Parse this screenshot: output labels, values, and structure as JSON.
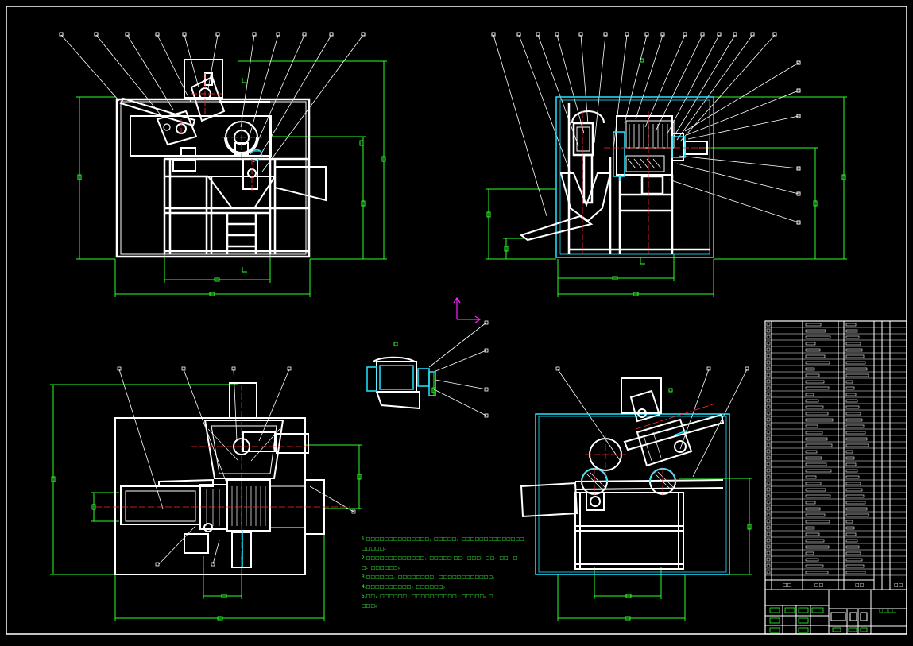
{
  "drawing": {
    "colors": {
      "background": "#000000",
      "frame": "#ffffff",
      "dimension": "#2bff2b",
      "cyan": "#22e5ff",
      "center": "#ff2a2a",
      "ucs": "#ff22ff"
    },
    "tech_notes": [
      "1.□□□□□□□□□□□□□□，□□□□□，□□□□□□□□□□□□□□□",
      "□□□□□。",
      "2.□□□□□□□□□□□□□，□□□□□ □□、□□□、□□、□□、□",
      "□、□□□□□□。",
      "3.□□□□□□，□□□□□□□□，□□□□□□□□□□□□。",
      "4.□□□□□□□□□□，□□□□□□。",
      "5.□□，□□□□□□，□□□□□□□□□□，□□□□□。□",
      "□□□。"
    ],
    "title_block": {
      "drawing_title": "□□□□",
      "header_cells": [
        "□□",
        "□□",
        "□□",
        "□□"
      ]
    }
  }
}
